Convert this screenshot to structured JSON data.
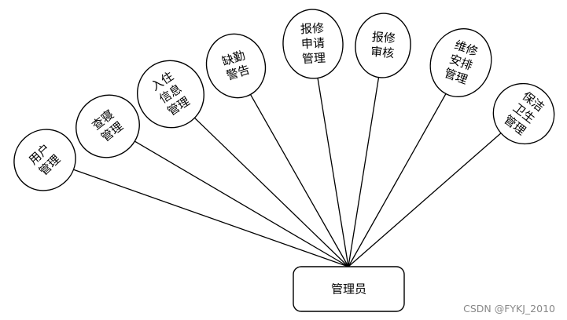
{
  "diagram": {
    "center": {
      "id": "admin",
      "label": "管理员"
    },
    "nodes": [
      {
        "id": "user-mgmt",
        "lines": [
          "用户",
          "管理"
        ]
      },
      {
        "id": "dorm-check",
        "lines": [
          "查寝",
          "管理"
        ]
      },
      {
        "id": "residence-info",
        "lines": [
          "入住",
          "信息",
          "管理"
        ]
      },
      {
        "id": "absence-warning",
        "lines": [
          "缺勤",
          "警告"
        ]
      },
      {
        "id": "repair-request",
        "lines": [
          "报修",
          "申请",
          "管理"
        ]
      },
      {
        "id": "repair-review",
        "lines": [
          "报修",
          "审核"
        ]
      },
      {
        "id": "repair-arrangement",
        "lines": [
          "维修",
          "安排",
          "管理"
        ]
      },
      {
        "id": "cleaning-mgmt",
        "lines": [
          "保洁",
          "卫生",
          "管理"
        ]
      }
    ]
  },
  "watermark": "CSDN @FYKJ_2010"
}
